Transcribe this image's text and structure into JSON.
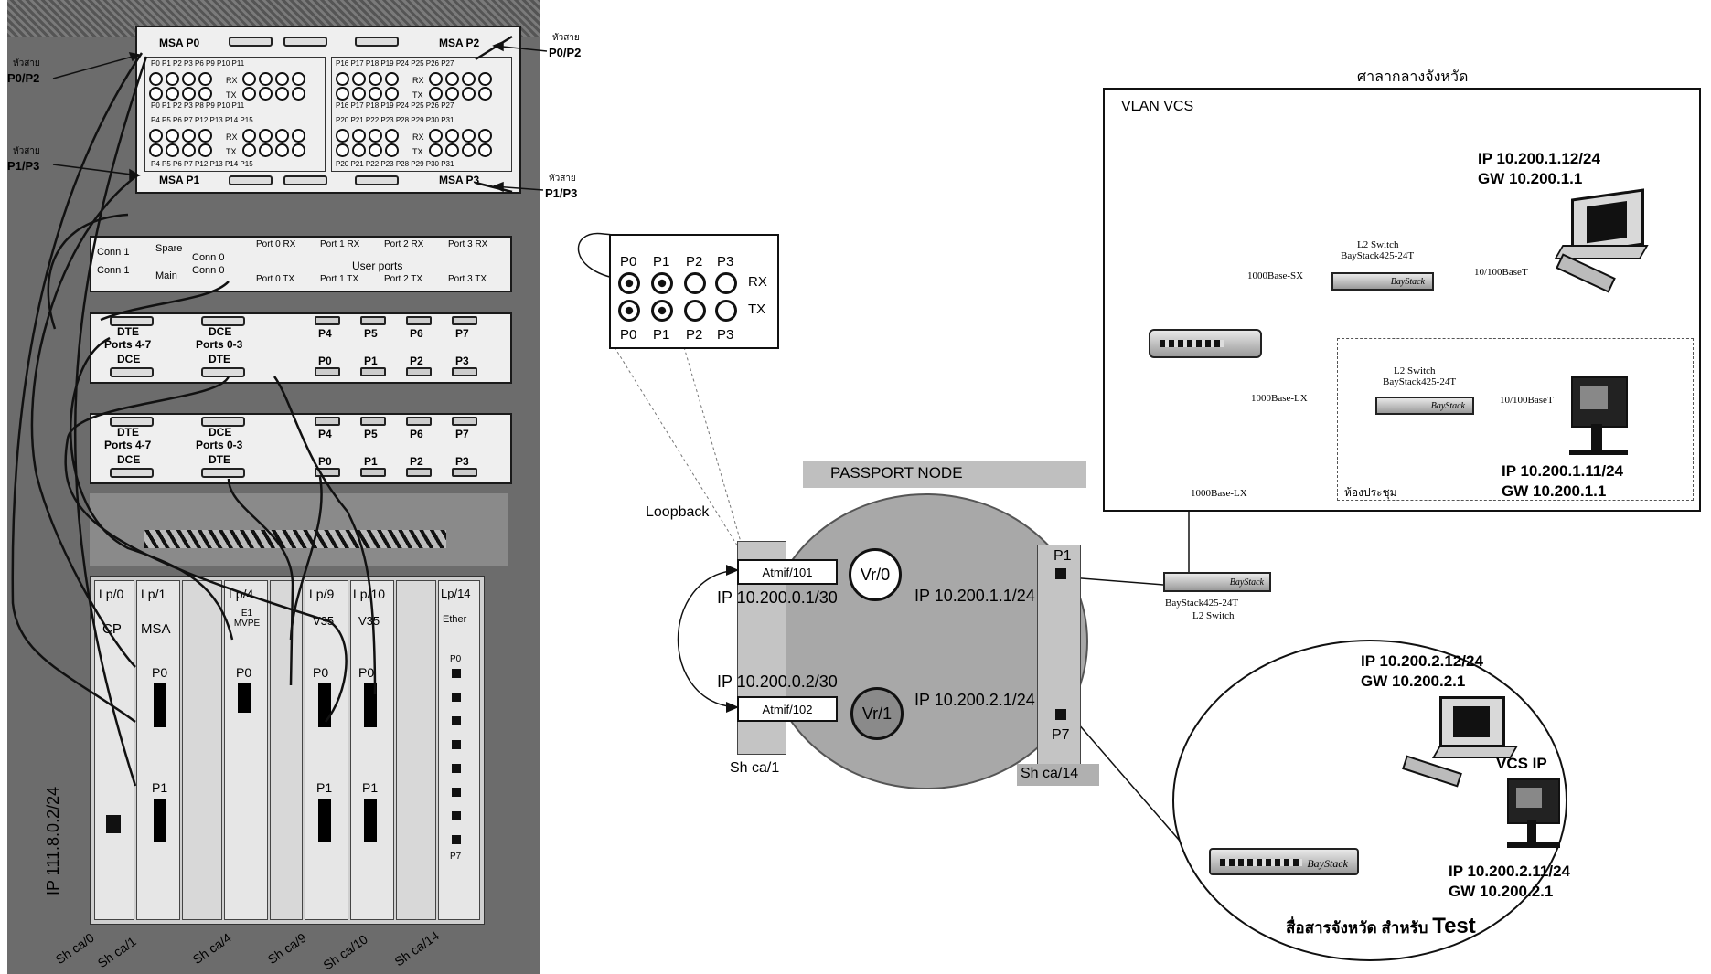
{
  "rack": {
    "left_annotations": [
      {
        "thai": "หัวสาย",
        "label": "P0/P2"
      },
      {
        "thai": "หัวสาย",
        "label": "P1/P3"
      }
    ],
    "right_annotations": [
      {
        "thai": "หัวสาย",
        "label": "P0/P2"
      },
      {
        "thai": "หัวสาย",
        "label": "P1/P3"
      }
    ],
    "msa_panel": {
      "msa_labels": [
        "MSA P0",
        "MSA P2",
        "MSA P1",
        "MSA P3"
      ],
      "left_row1": "P0  P1  P2  P3       P6  P9  P10 P11",
      "left_row2": "P0  P1  P2  P3       P8  P9  P10 P11",
      "left_row3": "P4  P5  P6  P7       P12 P13 P14 P15",
      "left_row4": "P4  P5  P6  P7       P12 P13 P14 P15",
      "right_row1": "P16 P17 P18 P19       P24 P25 P26 P27",
      "right_row2": "P16 P17 P18 P19       P24 P25 P26 P27",
      "right_row3": "P20 P21 P22 P23       P28 P29 P30 P31",
      "right_row4": "P20 P21 P22 P23       P28 P29 P30 P31",
      "rx": "RX",
      "tx": "TX"
    },
    "console_panel": {
      "spare": "Spare",
      "main": "Main",
      "conn1a": "Conn 1",
      "conn0a": "Conn 0",
      "conn1b": "Conn 1",
      "conn0b": "Conn 0",
      "user_ports": "User ports",
      "rx_ports": [
        "Port 0 RX",
        "Port 1 RX",
        "Port 2 RX",
        "Port 3 RX"
      ],
      "tx_ports": [
        "Port 0 TX",
        "Port 1 TX",
        "Port 2 TX",
        "Port 3 TX"
      ]
    },
    "patch_panels": [
      {
        "dte_top": "DTE",
        "ports47": "Ports 4-7",
        "dce_bot": "DCE",
        "dce_top": "DCE",
        "ports03": "Ports 0-3",
        "dte_bot": "DTE",
        "top_ports": [
          "P4",
          "P5",
          "P6",
          "P7"
        ],
        "bottom_ports": [
          "P0",
          "P1",
          "P2",
          "P3"
        ]
      },
      {
        "dte_top": "DTE",
        "ports47": "Ports 4-7",
        "dce_bot": "DCE",
        "dce_top": "DCE",
        "ports03": "Ports 0-3",
        "dte_bot": "DTE",
        "top_ports": [
          "P4",
          "P5",
          "P6",
          "P7"
        ],
        "bottom_ports": [
          "P0",
          "P1",
          "P2",
          "P3"
        ]
      }
    ],
    "cards": [
      {
        "lp": "Lp/0",
        "type": "CP"
      },
      {
        "lp": "Lp/1",
        "type": "MSA",
        "p0": "P0",
        "p1": "P1"
      },
      {
        "lp": "Lp/4",
        "type": "E1 MVPE",
        "p0": "P0"
      },
      {
        "lp": "Lp/9",
        "type": "V35",
        "p0": "P0",
        "p1": "P1"
      },
      {
        "lp": "Lp/10",
        "type": "V35",
        "p0": "P0",
        "p1": "P1"
      },
      {
        "lp": "Lp/14",
        "type": "Ether",
        "p0": "P0",
        "p7": "P7"
      }
    ],
    "ip_label": "IP  111.8.0.2/24",
    "shelf_labels": [
      "Sh ca/0",
      "Sh ca/1",
      "Sh ca/4",
      "Sh ca/9",
      "Sh ca/10",
      "Sh ca/14"
    ]
  },
  "loopback_panel": {
    "top_labels": [
      "P0",
      "P1",
      "P2",
      "P3"
    ],
    "bottom_labels": [
      "P0",
      "P1",
      "P2",
      "P3"
    ],
    "rx": "RX",
    "tx": "TX"
  },
  "passport": {
    "title": "PASSPORT NODE",
    "loopback": "Loopback",
    "atmif1": "Atmif/101",
    "atmif2": "Atmif/102",
    "vr0": "Vr/0",
    "vr1": "Vr/1",
    "ip_a1": "IP 10.200.0.1/30",
    "ip_a2": "IP 10.200.0.2/30",
    "ip_vr0": "IP 10.200.1.1/24",
    "ip_vr1": "IP 10.200.2.1/24",
    "p1": "P1",
    "p7": "P7",
    "shca1": "Sh ca/1",
    "shca14": "Sh ca/14"
  },
  "provincial_hall": {
    "title": "ศาลากลางจังหวัด",
    "vlan": "VLAN   VCS",
    "pc_ip": "IP    10.200.1.12/24",
    "pc_gw": "GW  10.200.1.1",
    "switch1_title": "L2 Switch",
    "switch1_model": "BayStack425-24T",
    "switch1_brand": "BayStack",
    "link_sx": "1000Base-SX",
    "link_100a": "10/100BaseT",
    "room": {
      "switch_title": "L2 Switch",
      "switch_model": "BayStack425-24T",
      "switch_brand": "BayStack",
      "link_lx": "1000Base-LX",
      "link_100b": "10/100BaseT",
      "name": "ห้องประชุม",
      "vcs_ip": "IP      10.200.1.11/24",
      "vcs_gw": "GW  10.200.1.1"
    },
    "uplink": "1000Base-LX"
  },
  "center_switch": {
    "brand": "BayStack",
    "model": "BayStack425-24T",
    "type": "L2 Switch"
  },
  "test_zone": {
    "pc_ip": "IP     10.200.2.12/24",
    "pc_gw": "GW  10.200.2.1",
    "vcs_label": "VCS  IP",
    "vcs_ip": "IP      10.200.2.11/24",
    "vcs_gw": "GW  10.200.2.1",
    "switch_brand": "BayStack",
    "caption_thai": "สื่อสารจังหวัด สำหรับ",
    "caption_test": "Test"
  }
}
